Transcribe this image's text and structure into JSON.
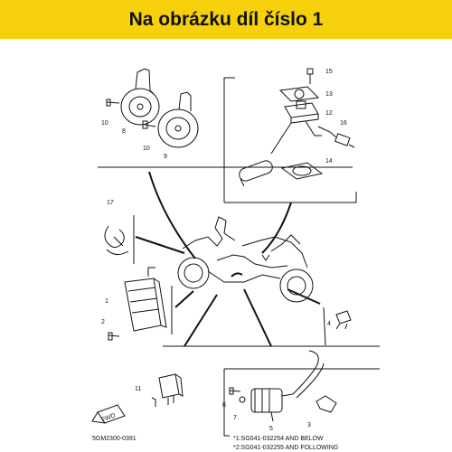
{
  "banner": {
    "text": "Na obrázku díl číslo 1",
    "color": "#f6d10b"
  },
  "diagram": {
    "code": "5GM2300-0391",
    "fwd": "FWD",
    "notes": [
      "*1:SG041-032254 AND BELOW",
      "*2:SG041-032255 AND FOLLOWING"
    ],
    "parts": {
      "p1": "1",
      "p2": "2",
      "p3": "3",
      "p4": "4",
      "p5": "5",
      "p6": "6",
      "p7": "7",
      "p8": "8",
      "p9": "9",
      "p10a": "10",
      "p10b": "10",
      "p11": "11",
      "p12": "12",
      "p13": "13",
      "p14": "14",
      "p15": "15",
      "p16": "16",
      "p17": "17"
    }
  }
}
